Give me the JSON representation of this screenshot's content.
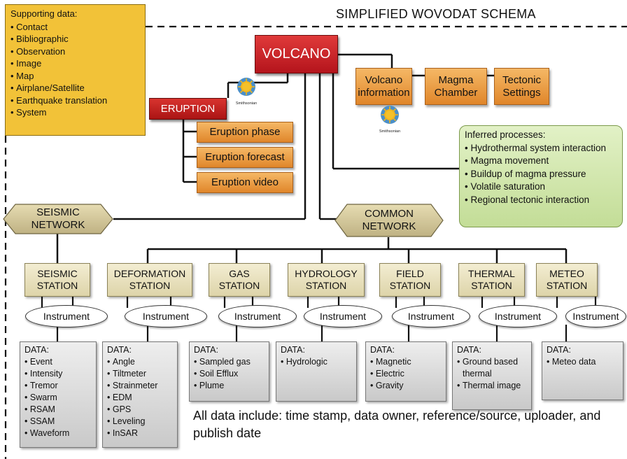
{
  "title": "SIMPLIFIED WOVODAT SCHEMA",
  "supporting": {
    "heading": "Supporting data:",
    "items": [
      "Contact",
      "Bibliographic",
      "Observation",
      "Image",
      "Map",
      "Airplane/Satellite",
      "Earthquake translation",
      "System"
    ]
  },
  "volcano": "VOLCANO",
  "volcano_children": [
    "Volcano information",
    "Magma Chamber",
    "Tectonic Settings"
  ],
  "smithsonian_label": "Smithsonian",
  "eruption": {
    "label": "ERUPTION",
    "children": [
      "Eruption phase",
      "Eruption forecast",
      "Eruption video"
    ]
  },
  "inferred": {
    "heading": "Inferred processes:",
    "items": [
      "Hydrothermal system interaction",
      "Magma movement",
      "Buildup of magma pressure",
      "Volatile saturation",
      "Regional tectonic interaction"
    ]
  },
  "networks": {
    "seismic": [
      "SEISMIC",
      "NETWORK"
    ],
    "common": [
      "COMMON",
      "NETWORK"
    ]
  },
  "instrument_label": "Instrument",
  "data_heading": "DATA:",
  "stations": [
    {
      "line1": "SEISMIC",
      "line2": "STATION",
      "data": [
        "Event",
        "Intensity",
        "Tremor",
        "Swarm",
        "RSAM",
        "SSAM",
        "Waveform"
      ]
    },
    {
      "line1": "DEFORMATION",
      "line2": "STATION",
      "data": [
        "Angle",
        "Tiltmeter",
        "Strainmeter",
        "EDM",
        "GPS",
        "Leveling",
        "InSAR"
      ]
    },
    {
      "line1": "GAS",
      "line2": "STATION",
      "data": [
        "Sampled gas",
        "Soil Efflux",
        "Plume"
      ]
    },
    {
      "line1": "HYDROLOGY",
      "line2": "STATION",
      "data": [
        "Hydrologic"
      ]
    },
    {
      "line1": "FIELD",
      "line2": "STATION",
      "data": [
        "Magnetic",
        "Electric",
        "Gravity"
      ]
    },
    {
      "line1": "THERMAL",
      "line2": "STATION",
      "data": [
        "Ground based thermal",
        "Thermal image"
      ]
    },
    {
      "line1": "METEO",
      "line2": "STATION",
      "data": [
        "Meteo data"
      ]
    }
  ],
  "footnote": "All data include: time stamp, data owner, reference/source, uploader, and publish date",
  "colors": {
    "volcano": "#c8201f",
    "orange_box": "#eda048",
    "supporting_box": "#f2c238",
    "inferred_box": "#d3e8ae",
    "station_box": "#e9e1bc",
    "network_shape": "#cfc394",
    "data_box": "#dcdcdc"
  }
}
